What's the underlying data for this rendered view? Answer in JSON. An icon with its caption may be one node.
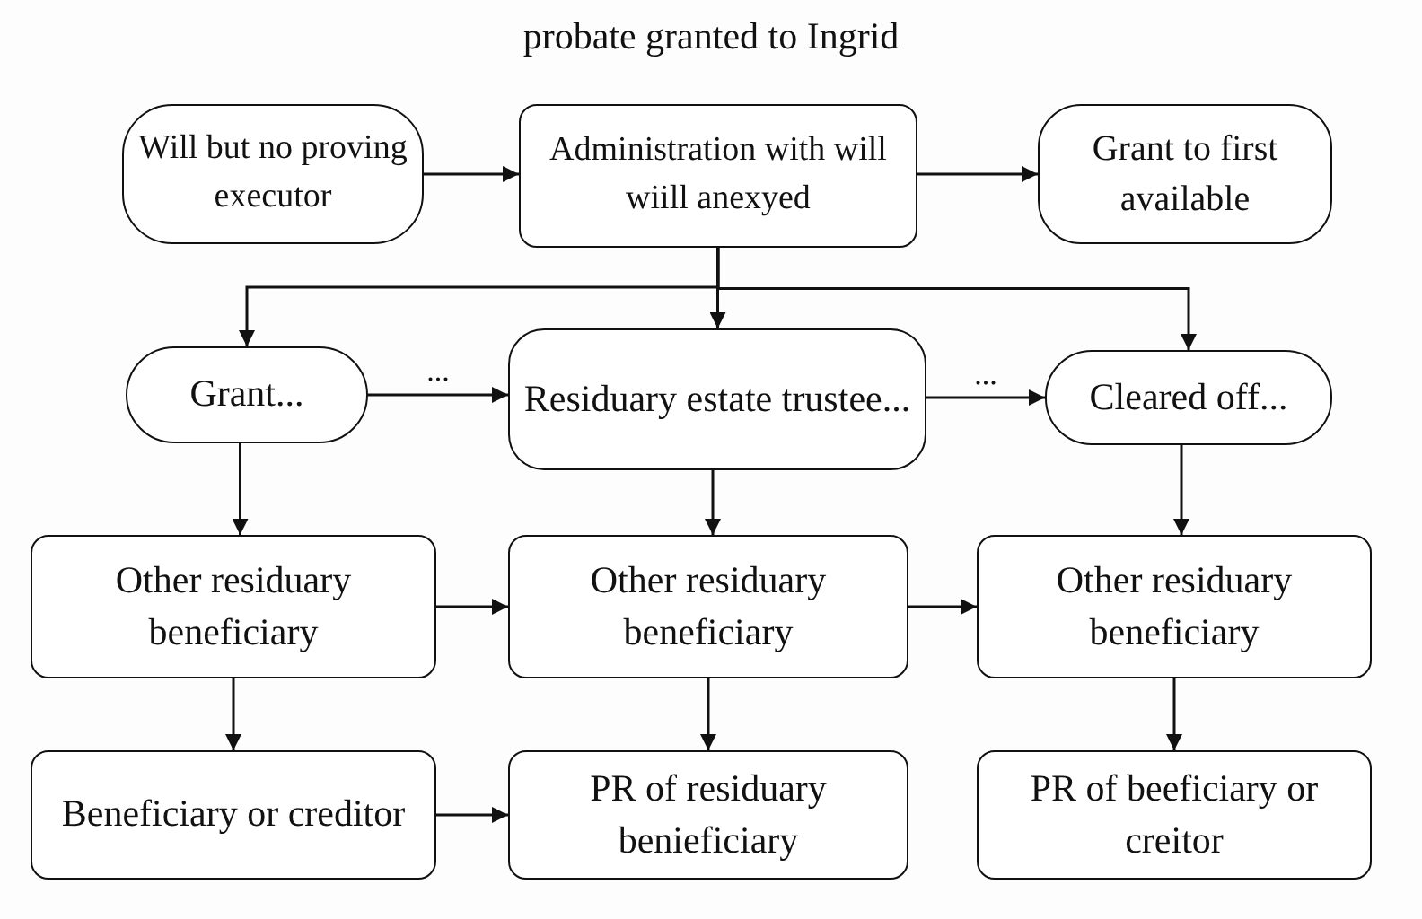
{
  "diagram": {
    "title": "probate granted to Ingrid",
    "nodes": [
      {
        "text": [
          "Will but no proving executor"
        ]
      },
      {
        "text": [
          "Administration with will wiill anexyed"
        ]
      },
      {
        "text": [
          "Grant to first available"
        ]
      },
      {
        "text": [
          "Grant..."
        ]
      },
      {
        "text": [
          "Residuary estate trustee..."
        ]
      },
      {
        "text": [
          "Cleared off..."
        ]
      },
      {
        "text": [
          "Other residuary beneficiary"
        ]
      },
      {
        "text": [
          "Other residuary beneficiary"
        ]
      },
      {
        "text": [
          "Other residuary beneficiary"
        ]
      },
      {
        "text": [
          "Beneficiary or creditor"
        ]
      },
      {
        "text": [
          "PR of residuary benieficiary"
        ]
      },
      {
        "text": [
          "PR of beeficiary or creitor"
        ]
      }
    ],
    "edges": [
      {
        "from": 0,
        "to": 1,
        "arrow": "to"
      },
      {
        "from": 1,
        "to": 2,
        "arrow": "to"
      },
      {
        "from": 1,
        "to": 3,
        "arrow": "to"
      },
      {
        "from": 1,
        "to": 4,
        "arrow": "to"
      },
      {
        "from": 1,
        "to": 5,
        "arrow": "to"
      },
      {
        "from": 3,
        "to": 4,
        "arrow": "to",
        "label": "..."
      },
      {
        "from": 4,
        "to": 5,
        "arrow": "to",
        "label": "..."
      },
      {
        "from": 3,
        "to": 6,
        "arrow": "to"
      },
      {
        "from": 4,
        "to": 7,
        "arrow": "to"
      },
      {
        "from": 5,
        "to": 8,
        "arrow": "to"
      },
      {
        "from": 6,
        "to": 7,
        "arrow": "to"
      },
      {
        "from": 7,
        "to": 8,
        "arrow": "to"
      },
      {
        "from": 6,
        "to": 9,
        "arrow": "to"
      },
      {
        "from": 7,
        "to": 10,
        "arrow": "to"
      },
      {
        "from": 8,
        "to": 11,
        "arrow": "to"
      },
      {
        "from": 9,
        "to": 10,
        "arrow": "to"
      }
    ]
  }
}
